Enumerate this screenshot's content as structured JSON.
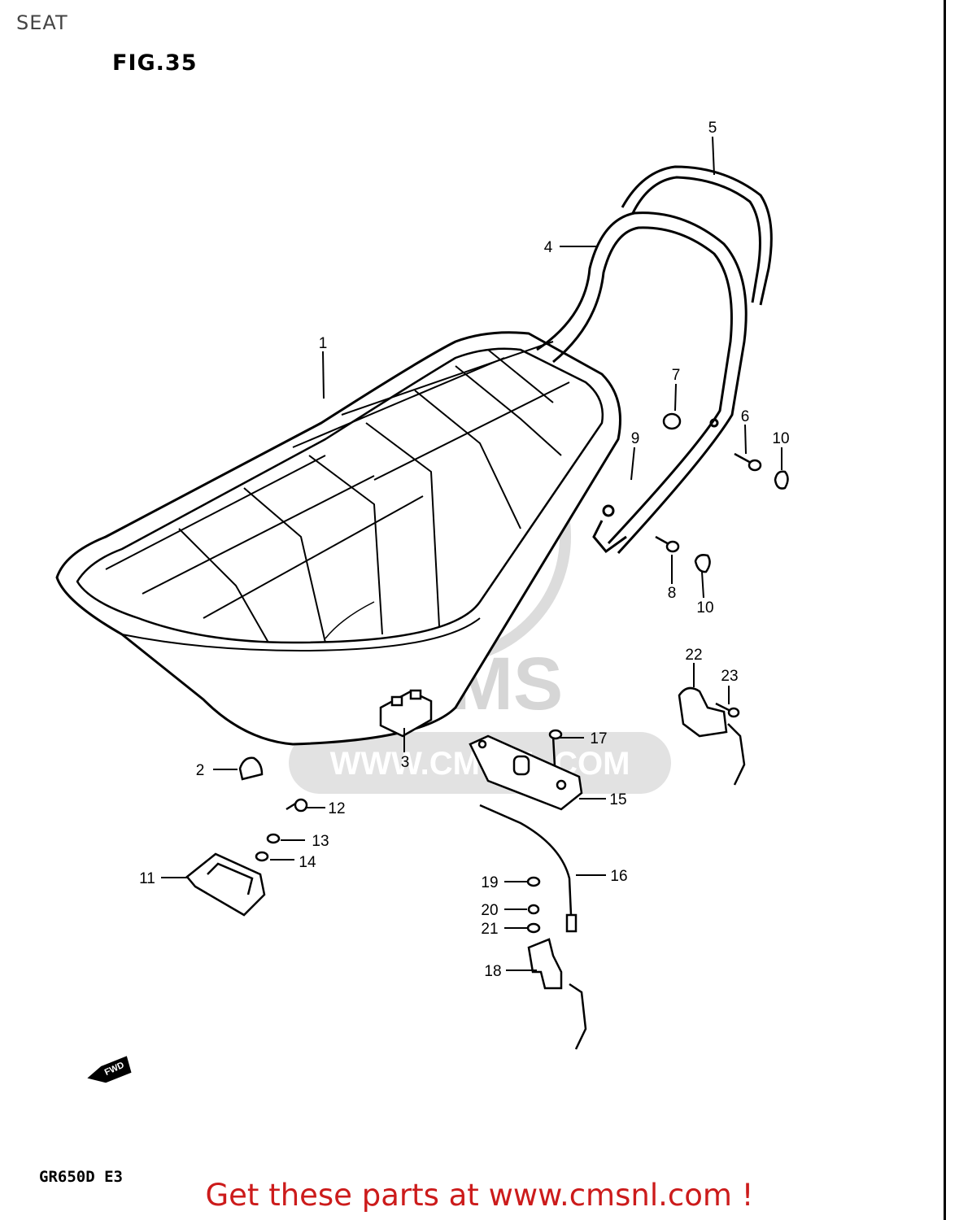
{
  "header": {
    "section_title": "SEAT",
    "figure_label": "FIG.35"
  },
  "model": "GR650D E3",
  "watermark": {
    "brand": "CMS",
    "url": "WWW.CMSNL.COM"
  },
  "fwd_label": "FWD",
  "footer": {
    "text": "Get these parts at www.cmsnl.com !"
  },
  "callouts": {
    "c1": "1",
    "c2": "2",
    "c3": "3",
    "c4": "4",
    "c5": "5",
    "c6": "6",
    "c7": "7",
    "c8": "8",
    "c9": "9",
    "c10a": "10",
    "c10b": "10",
    "c11": "11",
    "c12": "12",
    "c13": "13",
    "c14": "14",
    "c15": "15",
    "c16": "16",
    "c17": "17",
    "c18": "18",
    "c19": "19",
    "c20": "20",
    "c21": "21",
    "c22": "22",
    "c23": "23"
  },
  "colors": {
    "footer": "#cc1b1b",
    "watermark": "#d6d6d6",
    "line": "#000000"
  }
}
